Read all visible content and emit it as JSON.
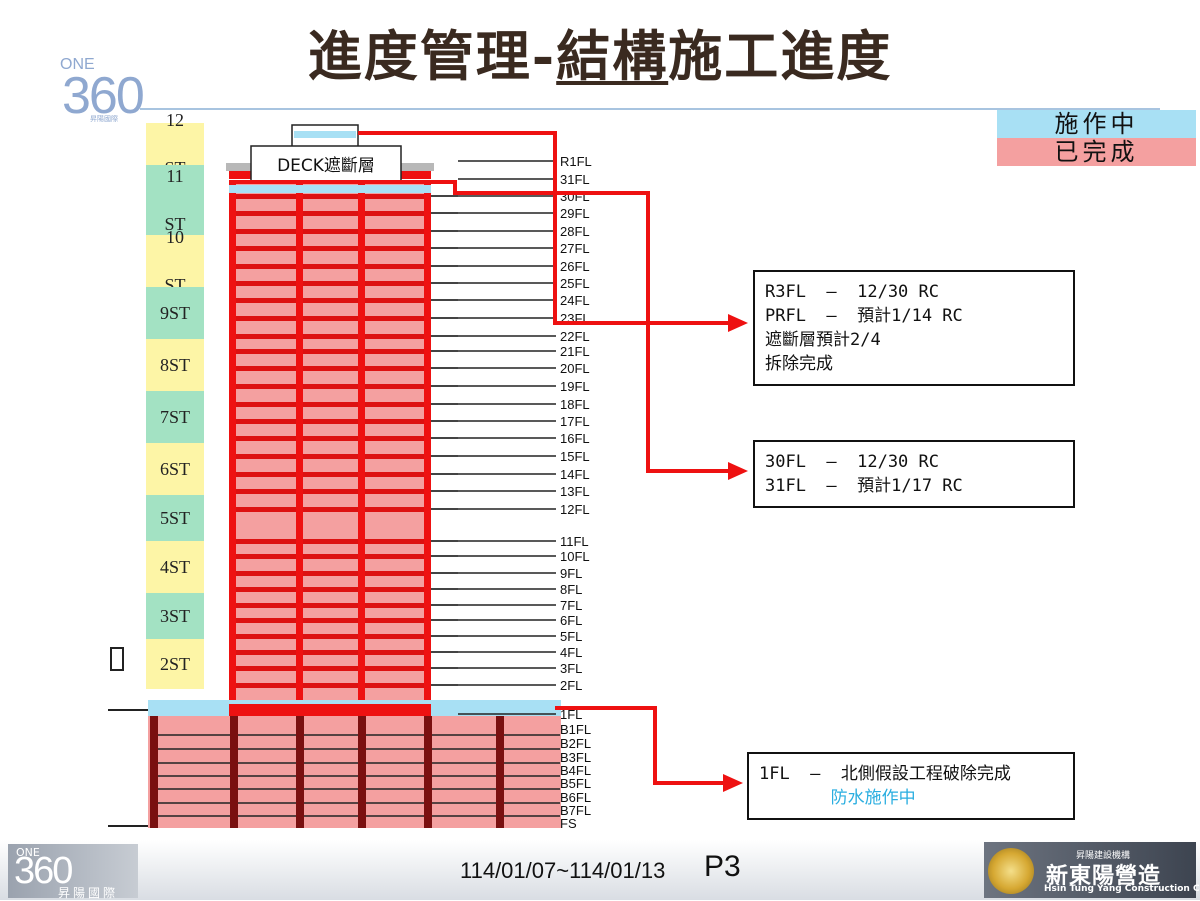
{
  "title": {
    "prefix": "進度管理-",
    "underlined": "結構",
    "suffix": "施工進度"
  },
  "logo_top": {
    "one": "ONE",
    "num": "360",
    "sub": "昇陽國際"
  },
  "legend": [
    {
      "label": "施作中",
      "color": "#a8e0f4"
    },
    {
      "label": "已完成",
      "color": "#f4a0a0"
    }
  ],
  "colors": {
    "done": "#f4a0a0",
    "in_progress": "#a8e0f4",
    "arrow": "#ee1111",
    "stage_yellow": "#fdf5a6",
    "stage_green": "#a3e2c3"
  },
  "stages": [
    {
      "l1": "12",
      "l2": "ST",
      "color": "#fdf5a6"
    },
    {
      "l1": "11",
      "l2": "ST",
      "color": "#a3e2c3"
    },
    {
      "l1": "10",
      "l2": "ST",
      "color": "#fdf5a6"
    },
    {
      "l1": "9ST",
      "l2": "",
      "color": "#a3e2c3"
    },
    {
      "l1": "8ST",
      "l2": "",
      "color": "#fdf5a6"
    },
    {
      "l1": "7ST",
      "l2": "",
      "color": "#a3e2c3"
    },
    {
      "l1": "6ST",
      "l2": "",
      "color": "#fdf5a6"
    },
    {
      "l1": "5ST",
      "l2": "",
      "color": "#a3e2c3"
    },
    {
      "l1": "4ST",
      "l2": "",
      "color": "#fdf5a6"
    },
    {
      "l1": "3ST",
      "l2": "",
      "color": "#a3e2c3"
    },
    {
      "l1": "2ST",
      "l2": "",
      "color": "#fdf5a6"
    }
  ],
  "deck_label": "DECK遮斷層",
  "floors": [
    "R1FL",
    "31FL",
    "30FL",
    "29FL",
    "28FL",
    "27FL",
    "26FL",
    "25FL",
    "24FL",
    "23FL",
    "22FL",
    "21FL",
    "20FL",
    "19FL",
    "18FL",
    "17FL",
    "16FL",
    "15FL",
    "14FL",
    "13FL",
    "12FL",
    "11FL",
    "10FL",
    "9FL",
    "8FL",
    "7FL",
    "6FL",
    "5FL",
    "4FL",
    "3FL",
    "2FL",
    "1FL",
    "B1FL",
    "B2FL",
    "B3FL",
    "B4FL",
    "B5FL",
    "B6FL",
    "B7FL",
    "FS"
  ],
  "notes": {
    "roof": [
      "R3FL  –  12/30 RC",
      "PRFL  –  預計1/14 RC",
      "遮斷層預計2/4",
      "拆除完成"
    ],
    "top": [
      "30FL  –  12/30 RC",
      "31FL  –  預計1/17 RC"
    ],
    "ground": {
      "line1": "1FL  –  北側假設工程破除完成",
      "line2": "       防水施作中"
    }
  },
  "footer": {
    "date_range": "114/01/07~114/01/13",
    "page": "P3"
  },
  "logo_bottom_left": {
    "one": "ONE",
    "num": "360",
    "sub": "昇陽國際"
  },
  "logo_bottom_right": {
    "small": "昇陽建設機構",
    "big": "新東陽營造",
    "en": "Hsin Tung Yang Construction Corp"
  }
}
